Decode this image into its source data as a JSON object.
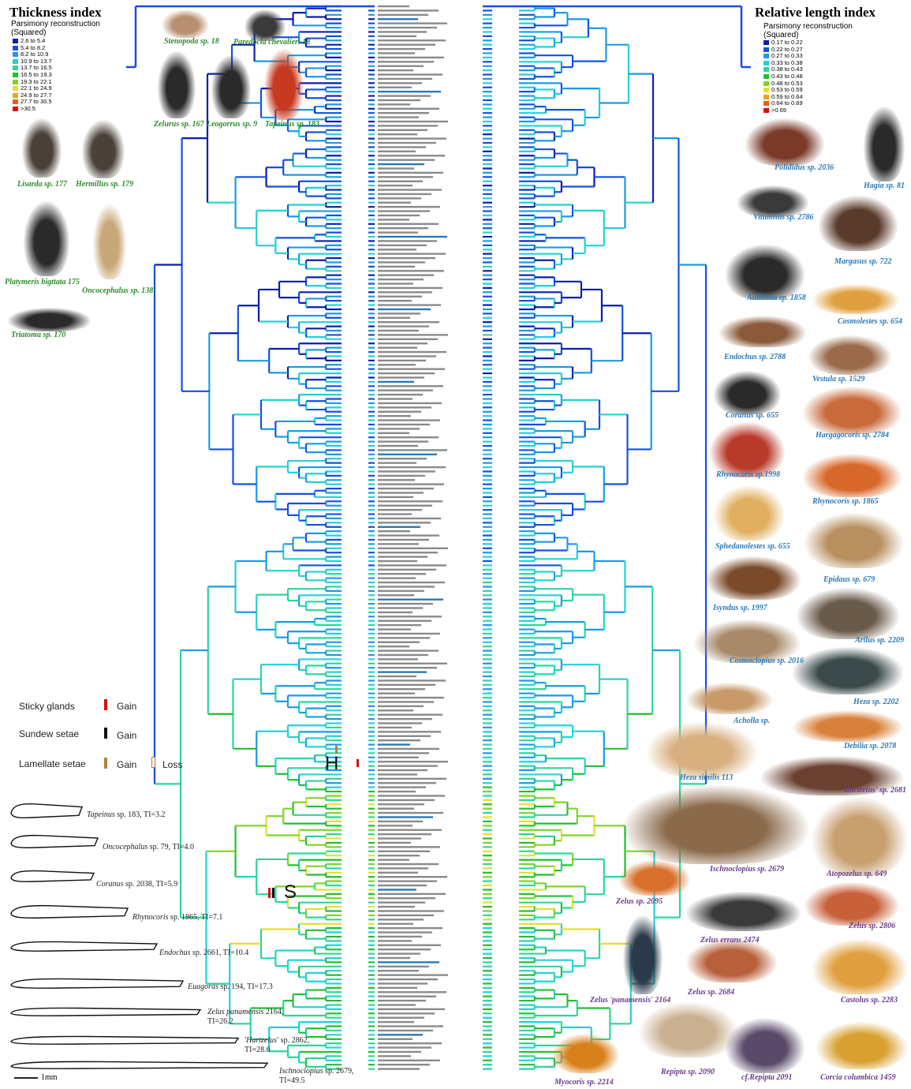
{
  "left_panel": {
    "title": "Thickness index",
    "subtitle1": "Parsimony reconstruction",
    "subtitle2": "(Squared)",
    "legend": [
      {
        "label": "2.6 to 5.4",
        "color": "#0a1fa8"
      },
      {
        "label": "5.4 to 8.2",
        "color": "#1450e0"
      },
      {
        "label": "8.2 to 10.9",
        "color": "#1b9ae6"
      },
      {
        "label": "10.9 to 13.7",
        "color": "#23d0d8"
      },
      {
        "label": "13.7 to 16.5",
        "color": "#2bd69b"
      },
      {
        "label": "16.5 to 19.3",
        "color": "#20c030"
      },
      {
        "label": "19.3 to 22.1",
        "color": "#7fd426"
      },
      {
        "label": "22.1 to 24.9",
        "color": "#e1e02a"
      },
      {
        "label": "24.9 to 27.7",
        "color": "#f0a020"
      },
      {
        "label": "27.7 to 30.5",
        "color": "#e86014"
      },
      {
        "label": ">30.5",
        "color": "#d81010"
      }
    ]
  },
  "right_panel": {
    "title": "Relative length index",
    "subtitle1": "Parsimony reconstruction",
    "subtitle2": "(Squared)",
    "legend": [
      {
        "label": "0.17 to 0.22",
        "color": "#0a1fa8"
      },
      {
        "label": "0.22 to 0.27",
        "color": "#1450e0"
      },
      {
        "label": "0.27 to 0.33",
        "color": "#1b9ae6"
      },
      {
        "label": "0.33 to 0.38",
        "color": "#23d0d8"
      },
      {
        "label": "0.38 to 0.43",
        "color": "#2bd69b"
      },
      {
        "label": "0.43 to 0.48",
        "color": "#20c030"
      },
      {
        "label": "0.48 to 0.53",
        "color": "#7fd426"
      },
      {
        "label": "0.53 to 0.59",
        "color": "#e1e02a"
      },
      {
        "label": "0.59 to 0.64",
        "color": "#f0a020"
      },
      {
        "label": "0.64 to 0.69",
        "color": "#e86014"
      },
      {
        "label": ">0.69",
        "color": "#d81010"
      }
    ]
  },
  "photo_labels": [
    {
      "text": "Stenopoda sp. 18",
      "cls": "green"
    },
    {
      "text": "Paredocla chevalieri 18",
      "cls": "green"
    },
    {
      "text": "Zelurus sp. 167",
      "cls": "green"
    },
    {
      "text": "Leogorrus sp. 9",
      "cls": "green"
    },
    {
      "text": "Tapeinus sp. 183",
      "cls": "green"
    },
    {
      "text": "Lisarda sp. 177",
      "cls": "green"
    },
    {
      "text": "Hermillus sp. 179",
      "cls": "green"
    },
    {
      "text": "Platymeris bigttata 175",
      "cls": "green"
    },
    {
      "text": "Oncocephalus sp. 138",
      "cls": "green"
    },
    {
      "text": "Triatoma sp. 170",
      "cls": "green"
    },
    {
      "text": "Polididus sp. 2036",
      "cls": "blue"
    },
    {
      "text": "Hagia sp. 81",
      "cls": "blue"
    },
    {
      "text": "Vitumnus sp. 2786",
      "cls": "blue"
    },
    {
      "text": "Margasus sp. 722",
      "cls": "blue"
    },
    {
      "text": "Authenta sp. 1858",
      "cls": "blue"
    },
    {
      "text": "Cosmolestes sp. 654",
      "cls": "blue"
    },
    {
      "text": "Endochus sp. 2788",
      "cls": "blue"
    },
    {
      "text": "Vestula sp. 1529",
      "cls": "blue"
    },
    {
      "text": "Coranus sp. 655",
      "cls": "blue"
    },
    {
      "text": "Hargagocoris sp. 2784",
      "cls": "blue"
    },
    {
      "text": "Rhynocoris sp.1998",
      "cls": "blue"
    },
    {
      "text": "Rhynocoris sp. 1865",
      "cls": "blue"
    },
    {
      "text": "Sphedanolestes sp. 655",
      "cls": "blue"
    },
    {
      "text": "Epidaus sp. 679",
      "cls": "blue"
    },
    {
      "text": "Isyndus sp. 1997",
      "cls": "blue"
    },
    {
      "text": "Arilus sp. 2209",
      "cls": "blue"
    },
    {
      "text": "Cosmoclopius sp. 2016",
      "cls": "blue"
    },
    {
      "text": "Heza sp. 2202",
      "cls": "blue"
    },
    {
      "text": "Acholla sp.",
      "cls": "blue"
    },
    {
      "text": "Debilia sp. 2078",
      "cls": "blue"
    },
    {
      "text": "Heza similis 113",
      "cls": "blue"
    },
    {
      "text": "'Hartzelus' sp. 2681",
      "cls": "purple"
    },
    {
      "text": "Ischnoclopius sp. 2679",
      "cls": "purple"
    },
    {
      "text": "Atopozelus sp. 649",
      "cls": "purple"
    },
    {
      "text": "Zelus sp. 2095",
      "cls": "purple"
    },
    {
      "text": "Zelus errans 2474",
      "cls": "purple"
    },
    {
      "text": "Zelus sp. 2806",
      "cls": "purple"
    },
    {
      "text": "Zelus sp. 2684",
      "cls": "purple"
    },
    {
      "text": "Zelus 'panamensis' 2164",
      "cls": "purple"
    },
    {
      "text": "Castolus sp. 2283",
      "cls": "purple"
    },
    {
      "text": "Myocoris sp. 2214",
      "cls": "purple"
    },
    {
      "text": "Repipta sp. 2090",
      "cls": "purple"
    },
    {
      "text": "cf.Repipta 2091",
      "cls": "purple"
    },
    {
      "text": "Corcia columbica 1459",
      "cls": "purple"
    }
  ],
  "characters": {
    "sticky": {
      "label": "Sticky glands",
      "state": "Gain"
    },
    "sundew": {
      "label": "Sundew setae",
      "state": "Gain"
    },
    "lamellate": {
      "label": "Lamellate setae",
      "gain": "Gain",
      "loss": "Loss"
    },
    "marker_h": "H",
    "marker_s": "S"
  },
  "wing_outlines": [
    {
      "genus": "Tapeinus",
      "rest": " sp. 183, TI=3.2"
    },
    {
      "genus": "Oncocephalus",
      "rest": " sp. 79, TI=4.0"
    },
    {
      "genus": "Coranus",
      "rest": " sp. 2038, TI=5.9"
    },
    {
      "genus": "Rhynocoris",
      "rest": " sp. 1865, TI=7.1"
    },
    {
      "genus": "Endochus",
      "rest": " sp. 2661, TI=10.4"
    },
    {
      "genus": "Euagoras",
      "rest": " sp. 194, TI=17.3"
    },
    {
      "genus": "Zelus panamensis",
      "rest": " 2164,",
      "line2": "TI=26.2"
    },
    {
      "genus": "'Hartzelus'",
      "rest": " sp. 2862,",
      "line2": "TI=28.6"
    },
    {
      "genus": "Ischnoclopius",
      "rest": " sp. 2679,",
      "line2": "TI=49.5"
    }
  ],
  "scale_bar": "1mm"
}
